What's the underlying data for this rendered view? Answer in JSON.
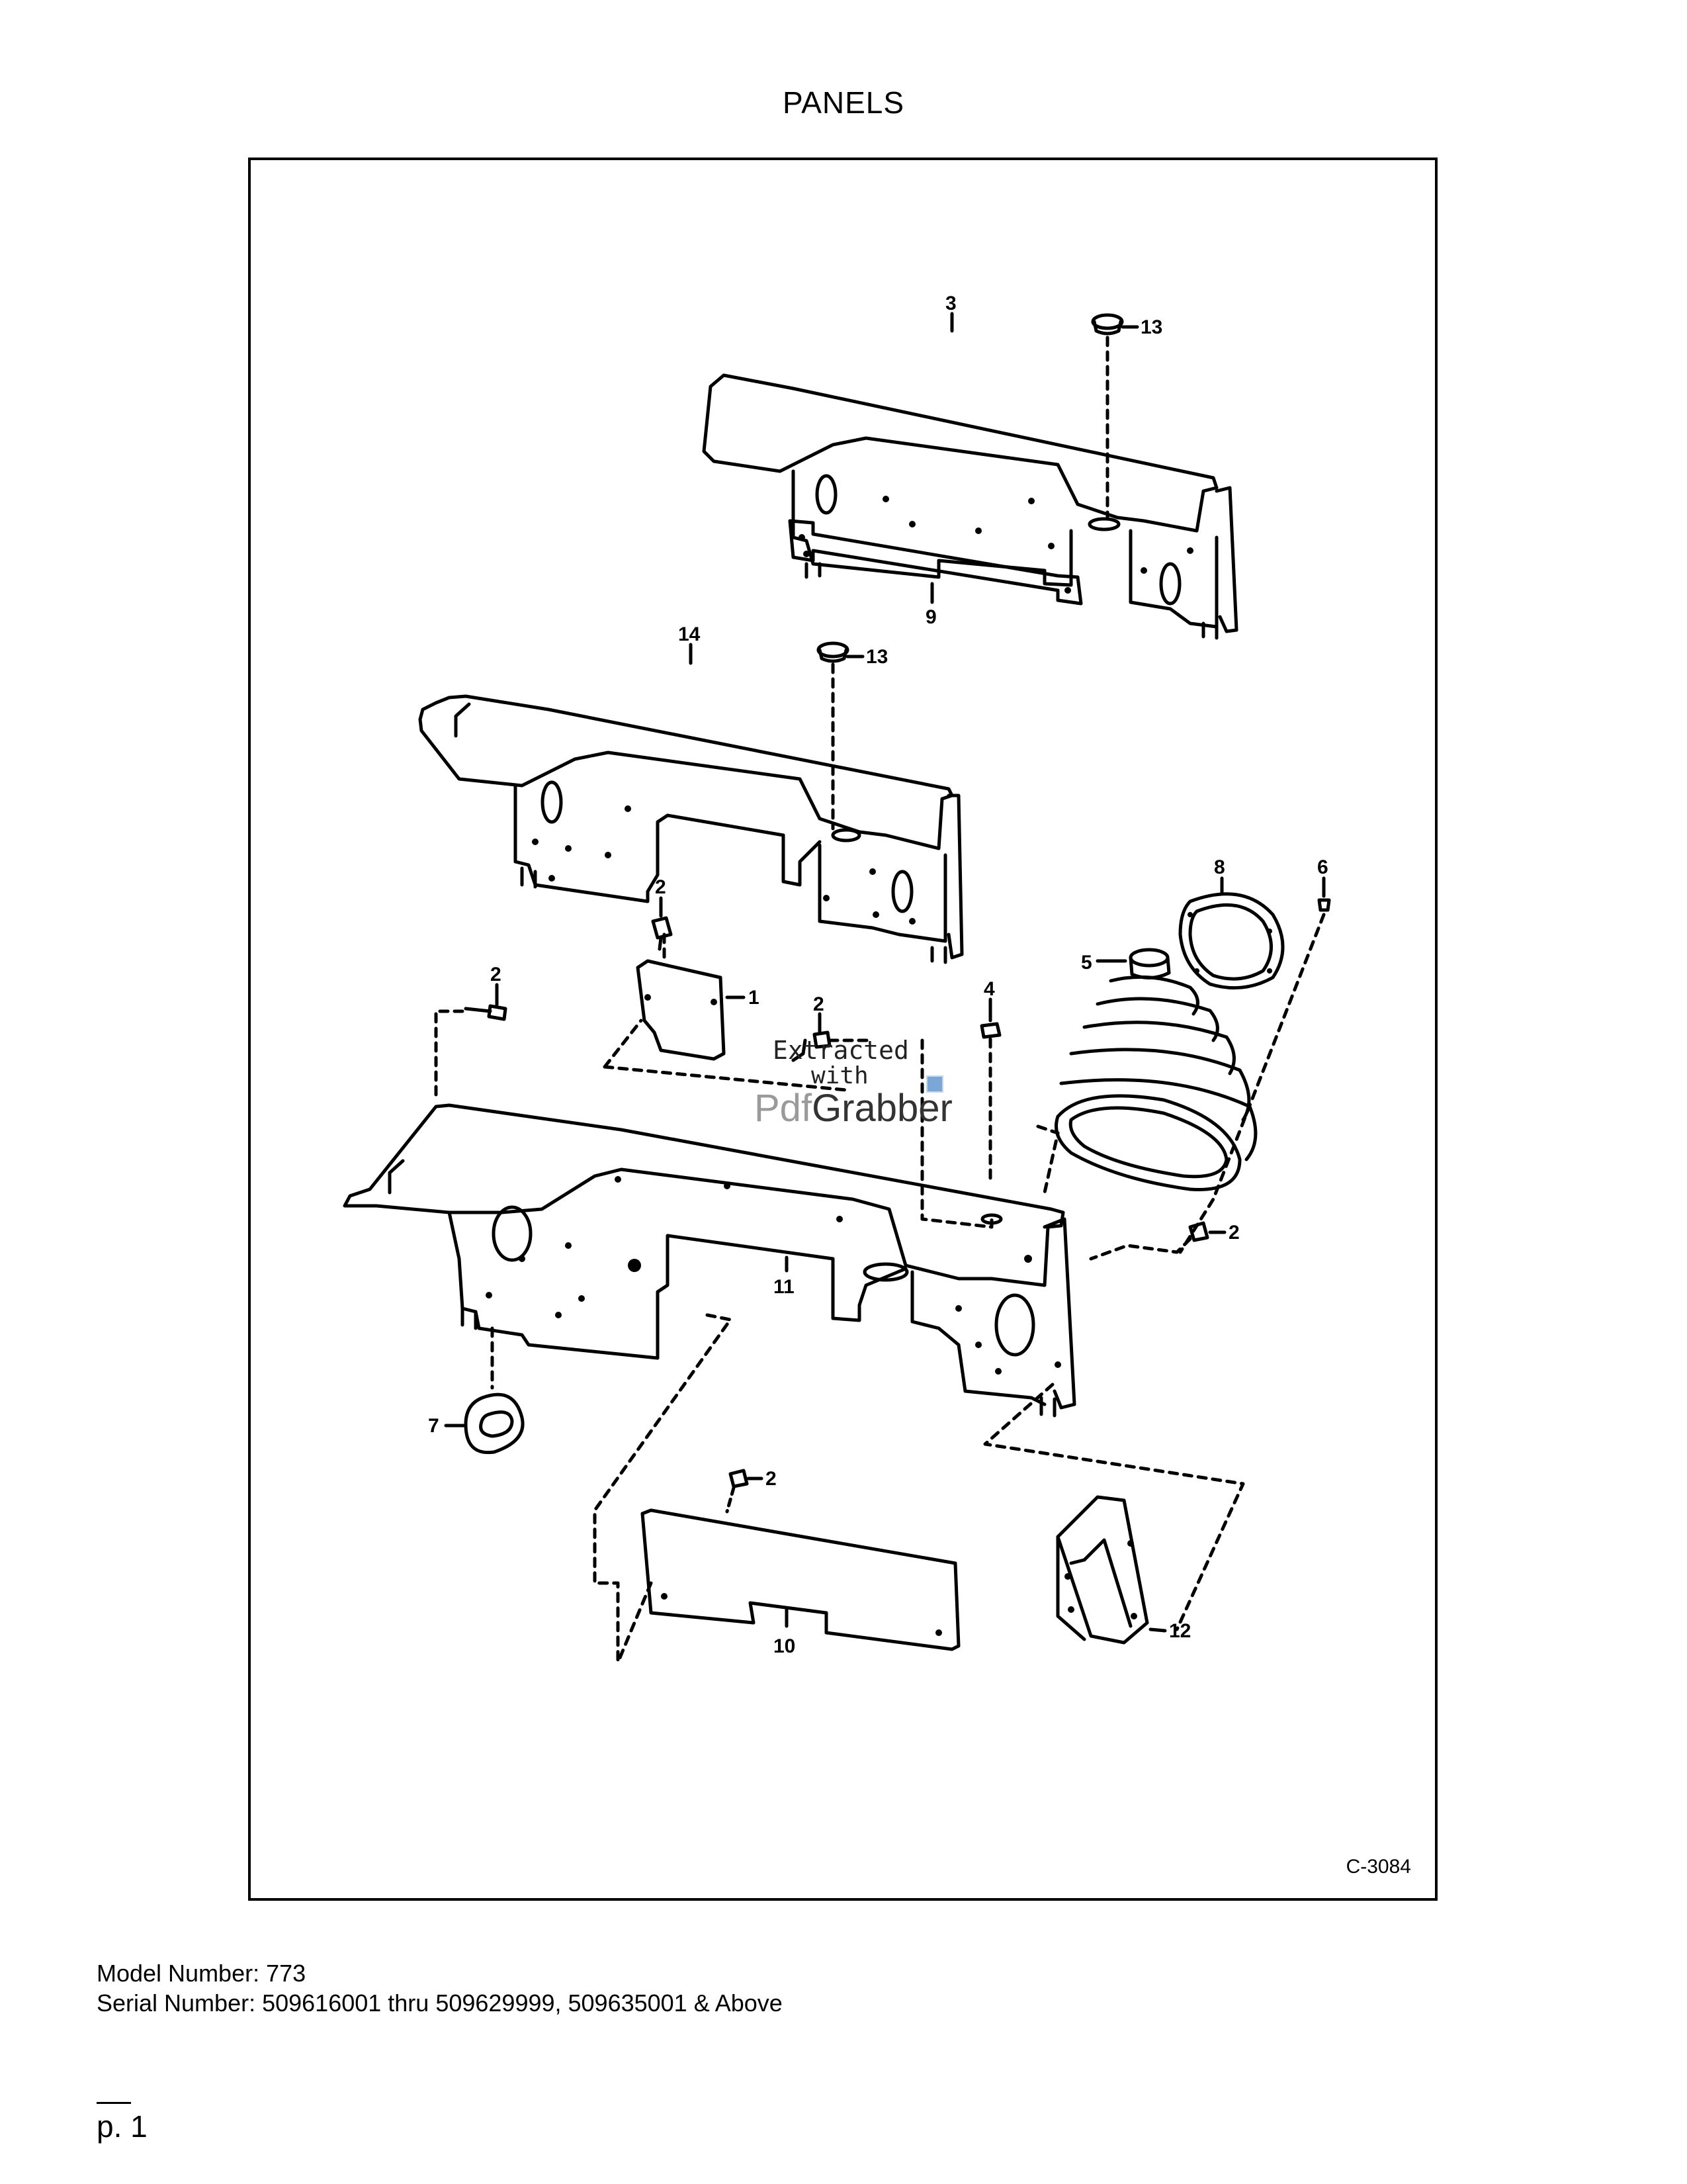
{
  "page": {
    "title": "PANELS",
    "model_line": "Model Number: 773",
    "serial_line": "Serial Number: 509616001 thru 509629999, 509635001 & Above",
    "page_number": "p. 1"
  },
  "diagram": {
    "drawing_code": "C-3084",
    "callouts": {
      "c1": "1",
      "c2a": "2",
      "c2b": "2",
      "c2c": "2",
      "c2d": "2",
      "c2e": "2",
      "c3": "3",
      "c4": "4",
      "c5": "5",
      "c6": "6",
      "c7": "7",
      "c8": "8",
      "c9": "9",
      "c10": "10",
      "c11": "11",
      "c12": "12",
      "c13a": "13",
      "c13b": "13",
      "c14": "14"
    }
  },
  "watermark": {
    "line1": "Extracted",
    "line2": "with",
    "brand_light": "Pdf",
    "brand_dark": "Grabber"
  }
}
